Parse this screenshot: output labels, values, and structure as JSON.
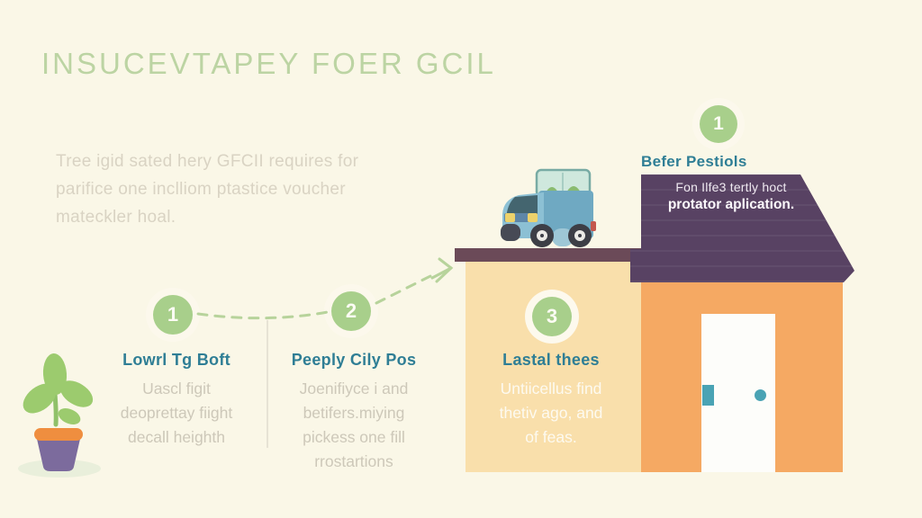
{
  "title": "INSUCEVTAPEY FOER GCIL",
  "intro": {
    "line1": "Tree igid sated hery GFCII requires for",
    "line2": "parifice one inclliom ptastice voucher",
    "line3": "mateckler hoal."
  },
  "steps": [
    {
      "number": "1",
      "heading": "Lowrl Tg Boft",
      "lines": [
        "Uascl figit",
        "deoprettay fiight",
        "decall heighth"
      ]
    },
    {
      "number": "2",
      "heading": "Peeply Cily Pos",
      "lines": [
        "Joenifiyce i and",
        "betifers.miying",
        "pickess one fill",
        "rrostartions"
      ]
    },
    {
      "number": "3",
      "heading": "Lastal thees",
      "lines": [
        "Untiicellus find",
        "thetiv ago, and",
        "of feas."
      ]
    }
  ],
  "house": {
    "badge": "1",
    "label": "Befer Pestiols",
    "banner_line1": "Fon Ilfe3 tertly hoct",
    "banner_line2": "protator aplication."
  },
  "icons": {
    "truck": "delivery-truck-icon",
    "plant": "potted-plant-icon",
    "arrow": "dashed-arrow-icon"
  },
  "colors": {
    "background": "#faf7e7",
    "title_green": "#bcd4a3",
    "accent_green": "#a8cf8b",
    "heading_teal": "#2f7e95",
    "muted_text": "#cdc8b9",
    "roof_purple": "#584263",
    "ledge_mauve": "#6b4a58",
    "wall_orange": "#f5a963",
    "panel_tan": "#f9dfab",
    "truck_blue": "#6fa9c2",
    "door_white": "#fdfdfa"
  }
}
